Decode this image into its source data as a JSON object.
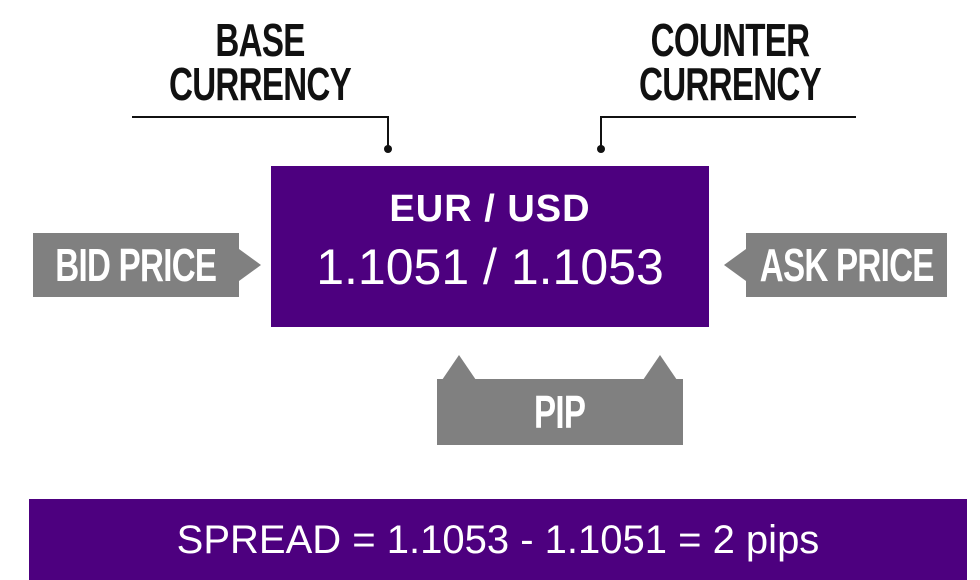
{
  "labels": {
    "base_currency": [
      "BASE",
      "CURRENCY"
    ],
    "counter_currency": [
      "COUNTER",
      "CURRENCY"
    ],
    "bid_price": "BID PRICE",
    "ask_price": "ASK PRICE",
    "pip": "PIP"
  },
  "quote": {
    "pair": "EUR / USD",
    "prices": "1.1051 / 1.1053"
  },
  "spread": {
    "text": "SPREAD = 1.1053 - 1.1051 = 2 pips"
  },
  "colors": {
    "purple": "#4d007f",
    "grey": "#808080",
    "text_dark": "#111111",
    "background": "#ffffff"
  }
}
